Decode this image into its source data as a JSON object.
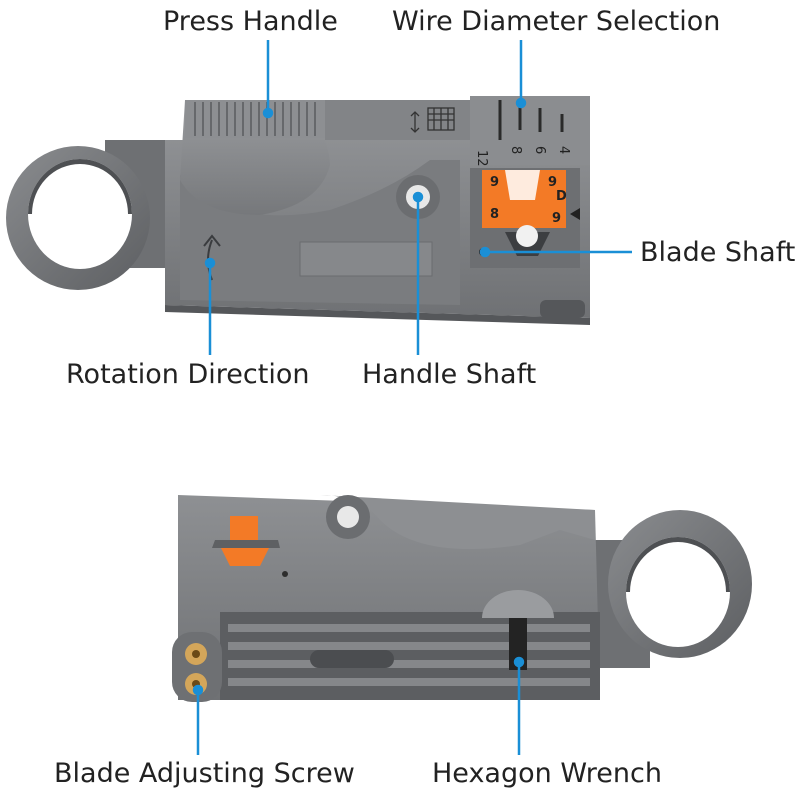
{
  "labels": {
    "press_handle": "Press Handle",
    "wire_diameter_selection": "Wire Diameter Selection",
    "blade_shaft": "Blade Shaft",
    "rotation_direction": "Rotation Direction",
    "handle_shaft": "Handle Shaft",
    "blade_adjusting_screw": "Blade Adjusting Screw",
    "hexagon_wrench": "Hexagon Wrench"
  },
  "dial_numbers": [
    "12",
    "8",
    "6",
    "4"
  ],
  "blade_marks": {
    "top_left": "9",
    "top_right": "9",
    "bottom_left": "8",
    "bottom_right": "9",
    "letter": "D"
  },
  "colors": {
    "tool_body": "#7d7f82",
    "tool_dark": "#5c5e61",
    "blade_orange": "#f37a26",
    "callout_blue": "#1a8fd6",
    "brass": "#d4a65a"
  }
}
